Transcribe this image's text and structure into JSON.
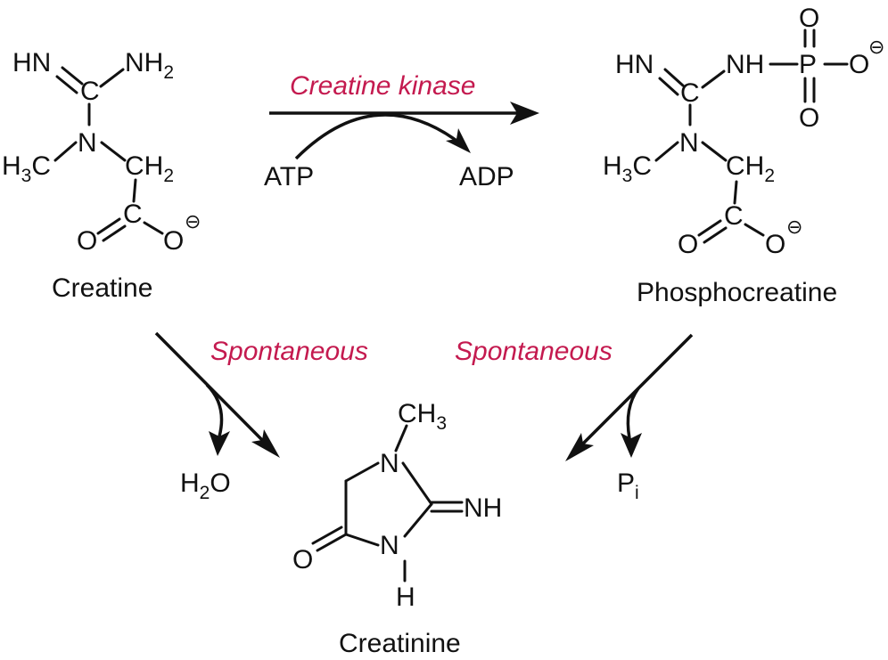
{
  "colors": {
    "enzyme_label": "#c41a4f",
    "ink": "#111111"
  },
  "labels": {
    "creatine": "Creatine",
    "phosphocreatine": "Phosphocreatine",
    "creatinine": "Creatinine",
    "enzyme": "Creatine kinase",
    "spontaneous_left": "Spontaneous",
    "spontaneous_right": "Spontaneous",
    "atp": "ATP",
    "adp": "ADP"
  },
  "atoms": {
    "hn": "HN",
    "nh": "NH",
    "n": "N",
    "c": "C",
    "o": "O",
    "h": "H",
    "p": "P",
    "nh_main": "NH",
    "nh_sub": "2",
    "h3c_main": "H",
    "h3c_sub": "3",
    "h3c_end": "C",
    "ch2_main": "CH",
    "ch2_sub": "2",
    "ch3_main": "CH",
    "ch3_sub": "3",
    "h2o_h": "H",
    "h2o_sub": "2",
    "h2o_o": "O",
    "pi_main": "P",
    "pi_sub": "i",
    "minus": "⊖"
  }
}
